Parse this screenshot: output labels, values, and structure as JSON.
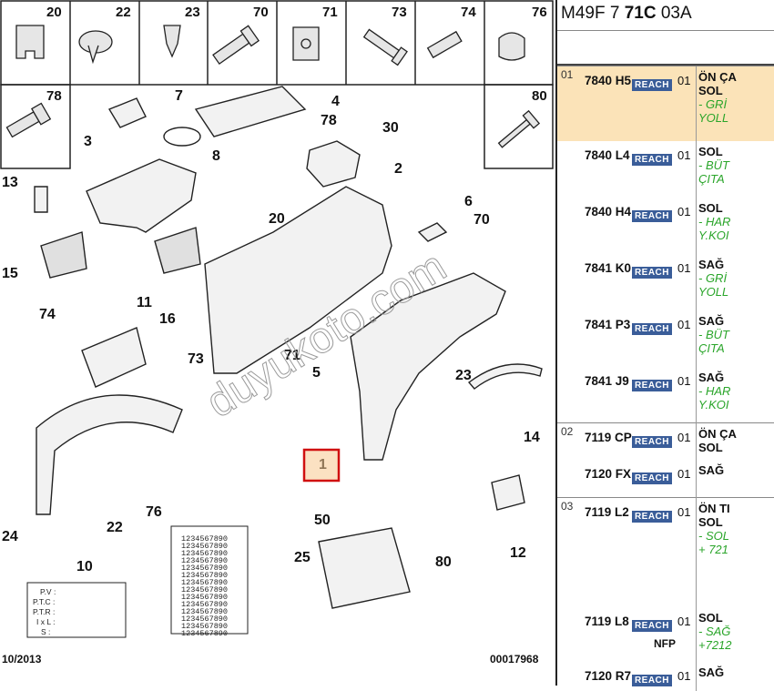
{
  "header": {
    "code_prefix": "M49F 7 ",
    "code_bold": "71C",
    "code_suffix": " 03A"
  },
  "diagram": {
    "watermark": "duyukoto.com",
    "date": "10/2013",
    "ref_number": "00017968",
    "box_labels": [
      "20",
      "22",
      "23",
      "70",
      "71",
      "73",
      "74",
      "76",
      "78",
      "80"
    ],
    "callouts": [
      "1",
      "2",
      "3",
      "4",
      "5",
      "6",
      "7",
      "8",
      "10",
      "11",
      "12",
      "13",
      "14",
      "15",
      "16",
      "20",
      "22",
      "23",
      "24",
      "25",
      "30",
      "50",
      "70",
      "71",
      "73",
      "74",
      "76",
      "78",
      "80"
    ],
    "label_card": [
      "P.V :",
      "P.T.C :",
      "P.T.R :",
      "I x L :",
      "S :"
    ],
    "grid_rows": [
      "1234567890",
      "1234567890",
      "1234567890",
      "1234567890",
      "1234567890",
      "1234567890",
      "1234567890",
      "1234567890",
      "1234567890",
      "1234567890",
      "1234567890",
      "1234567890",
      "1234567890",
      "1234567890"
    ]
  },
  "parts": [
    {
      "group": "01",
      "ref": "7840 H5",
      "badge": "REACH",
      "qty": "01",
      "desc": "ÖN ÇA",
      "side": "SOL",
      "note1": "- GRİ",
      "note2": "YOLL",
      "selected": true,
      "group_start": true
    },
    {
      "group": "",
      "ref": "7840 L4",
      "badge": "REACH",
      "qty": "01",
      "side": "SOL",
      "note1": "- BÜT",
      "note2": "ÇITA"
    },
    {
      "group": "",
      "ref": "7840 H4",
      "badge": "REACH",
      "qty": "01",
      "side": "SOL",
      "note1": "- HAR",
      "note2": "Y.KOI"
    },
    {
      "group": "",
      "ref": "7841 K0",
      "badge": "REACH",
      "qty": "01",
      "side": "SAĞ",
      "note1": "- GRİ",
      "note2": "YOLL"
    },
    {
      "group": "",
      "ref": "7841 P3",
      "badge": "REACH",
      "qty": "01",
      "side": "SAĞ",
      "note1": "- BÜT",
      "note2": "ÇITA"
    },
    {
      "group": "",
      "ref": "7841 J9",
      "badge": "REACH",
      "qty": "01",
      "side": "SAĞ",
      "note1": "- HAR",
      "note2": "Y.KOI"
    },
    {
      "group": "02",
      "ref": "7119 CP",
      "badge": "REACH",
      "qty": "01",
      "desc": "ÖN ÇA",
      "side": "SOL",
      "group_start": true
    },
    {
      "group": "",
      "ref": "7120 FX",
      "badge": "REACH",
      "qty": "01",
      "side": "SAĞ"
    },
    {
      "group": "03",
      "ref": "7119 L2",
      "badge": "REACH",
      "qty": "01",
      "desc": "ÖN TI",
      "side": "SOL",
      "note1": "- SOL",
      "note2": "+ 721",
      "group_start": true
    },
    {
      "group": "",
      "ref": "7119 L8",
      "badge": "REACH",
      "qty": "01",
      "side": "SOL",
      "note1": "- SAĞ",
      "note2": "+7212",
      "nfp": "NFP"
    },
    {
      "group": "",
      "ref": "7120 R7",
      "badge": "REACH",
      "qty": "01",
      "side": "SAĞ"
    }
  ],
  "colors": {
    "reach_badge": "#3a5d99",
    "selected_row": "#fbe3b8",
    "note_green": "#2aa52a",
    "callout_box": "#d01010",
    "callout_fill": "#f8c890"
  }
}
